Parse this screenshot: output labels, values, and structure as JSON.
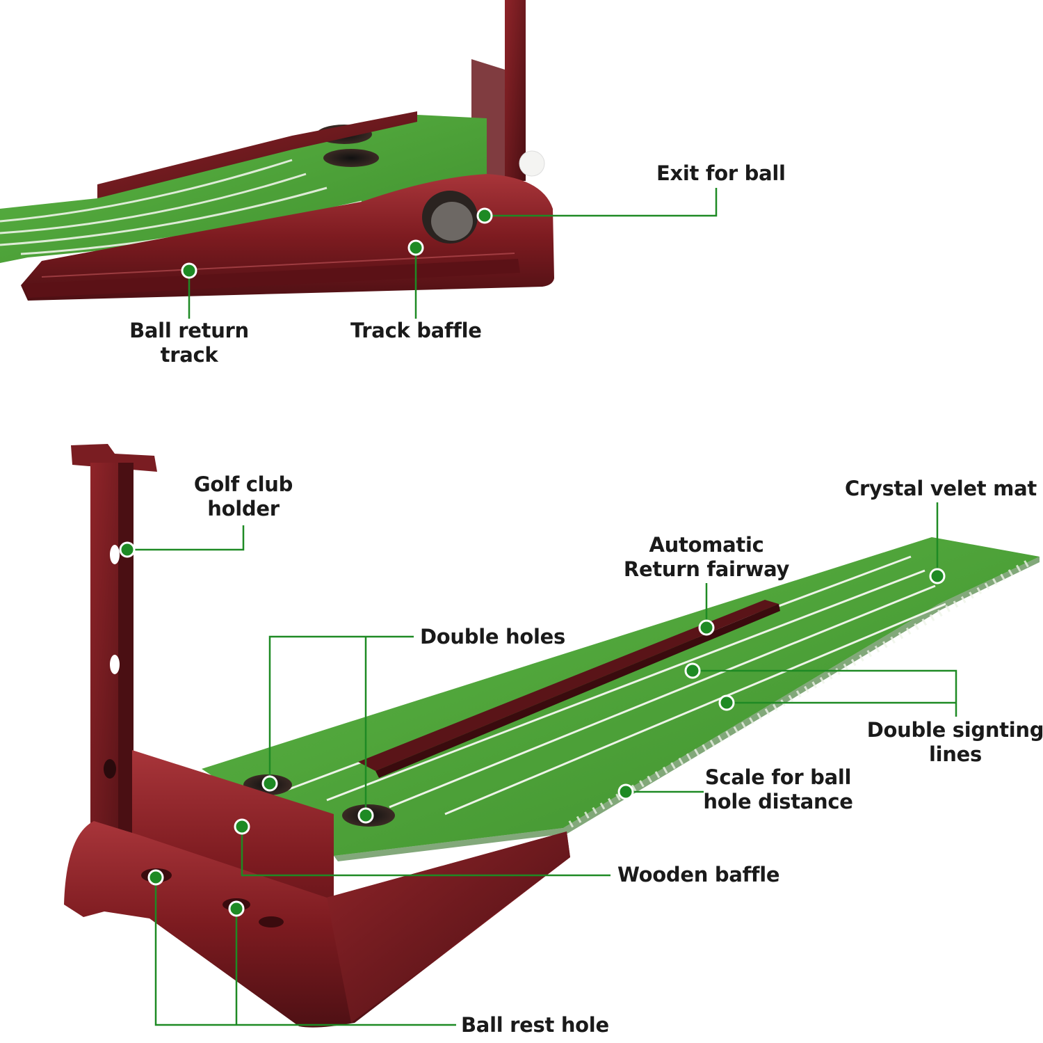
{
  "colors": {
    "wood_dark": "#5a1418",
    "wood_mid": "#8a1f24",
    "wood_light": "#a83338",
    "grass": "#4fa33a",
    "grass_dark": "#3c8a2b",
    "line_white": "#f2f5ee",
    "callout_green": "#1e8a24",
    "dot_border": "#ffffff",
    "text": "#1a1a1a"
  },
  "labels": {
    "exit_for_ball": "Exit for ball",
    "ball_return_track": [
      "Ball return",
      "track"
    ],
    "track_baffle": "Track baffle",
    "golf_club_holder": [
      "Golf club",
      "holder"
    ],
    "crystal_velet_mat": "Crystal velet mat",
    "automatic_return_fairway": [
      "Automatic",
      "Return fairway"
    ],
    "double_holes": "Double holes",
    "double_signting_lines": [
      "Double signting",
      "lines"
    ],
    "scale_for_ball_hole_distance": [
      "Scale for ball",
      "hole distance"
    ],
    "wooden_baffle": "Wooden baffle",
    "ball_rest_hole": "Ball rest hole"
  }
}
